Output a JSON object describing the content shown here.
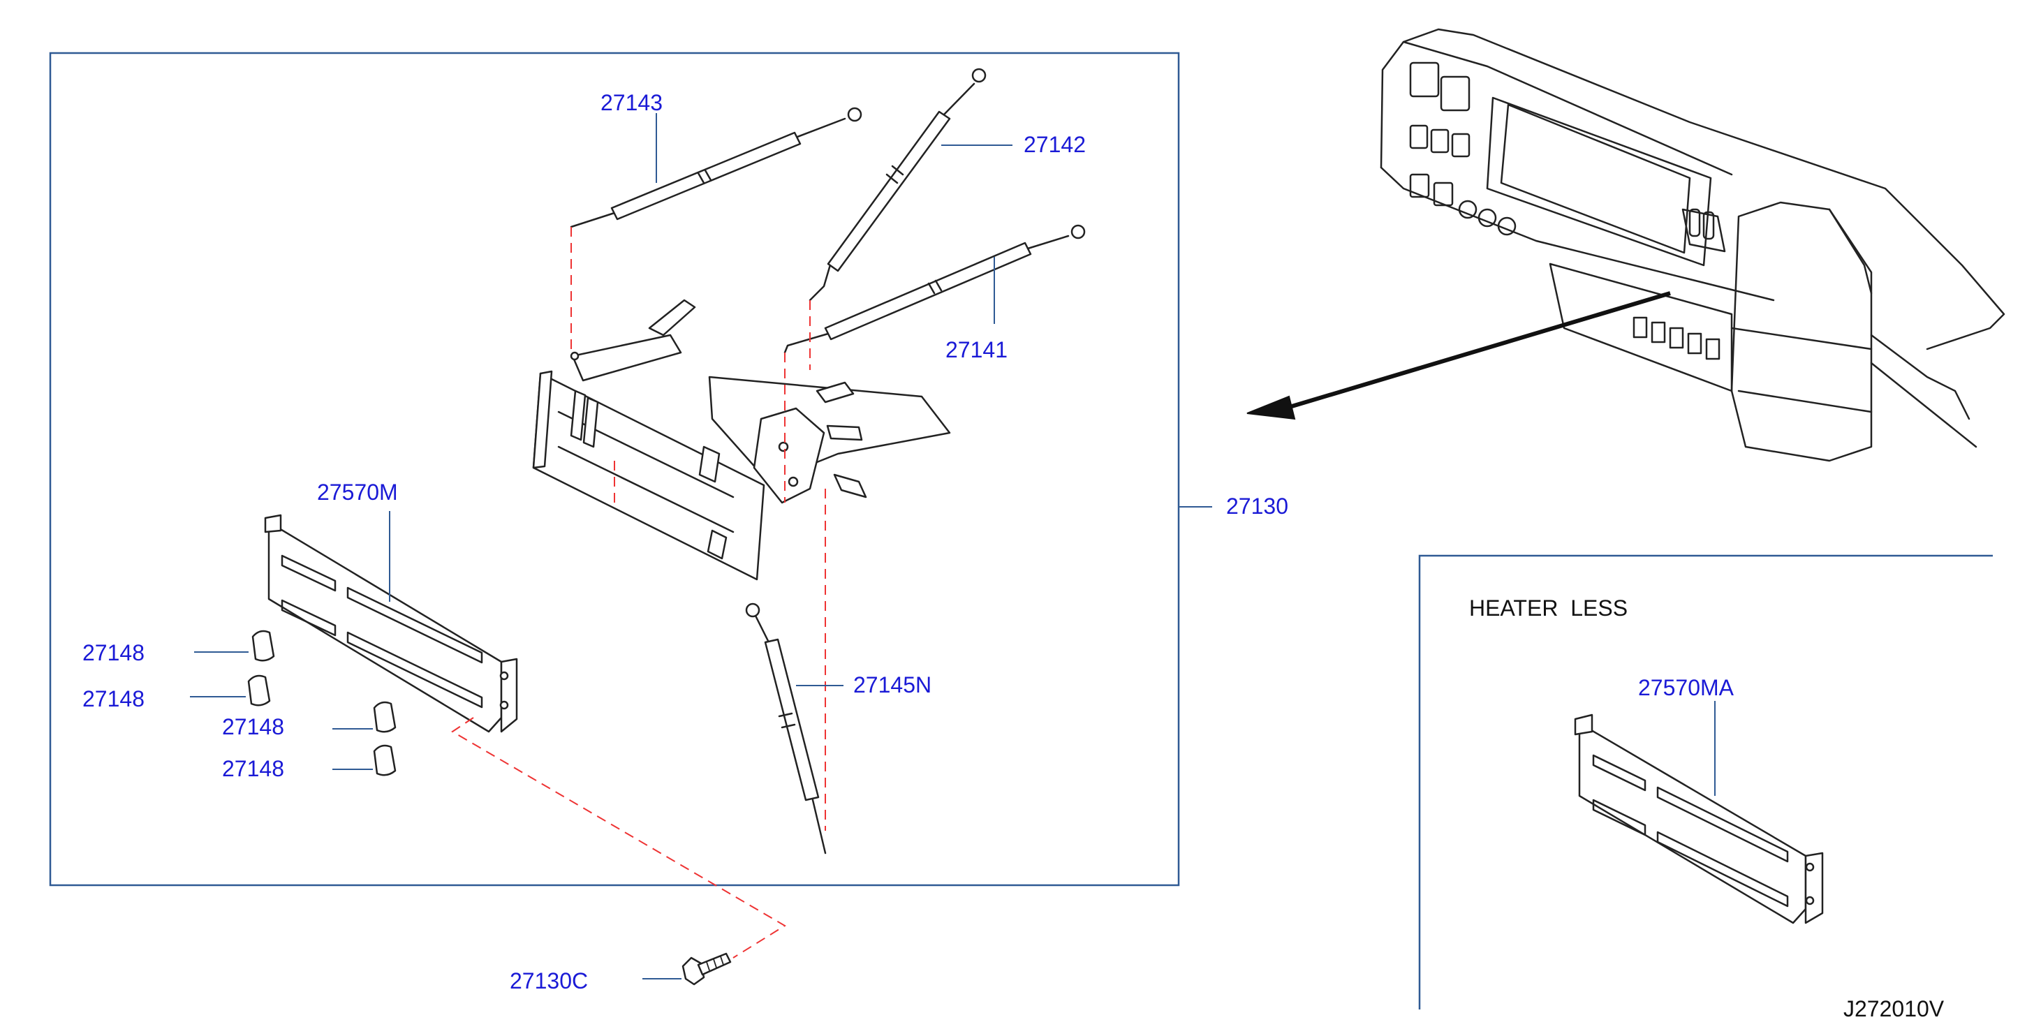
{
  "callouts": {
    "c27143": "27143",
    "c27142": "27142",
    "c27141": "27141",
    "c27130": "27130",
    "c27570M": "27570M",
    "c27148_1": "27148",
    "c27148_2": "27148",
    "c27148_3": "27148",
    "c27148_4": "27148",
    "c27145N": "27145N",
    "c27130C": "27130C",
    "c27570MA": "27570MA"
  },
  "inset": {
    "title": "HEATER  LESS"
  },
  "diagram_code": "J272010V",
  "colors": {
    "callout": "#1a1ad6",
    "frame": "#2f5a94",
    "dash": "#e33333",
    "line": "#222222"
  }
}
